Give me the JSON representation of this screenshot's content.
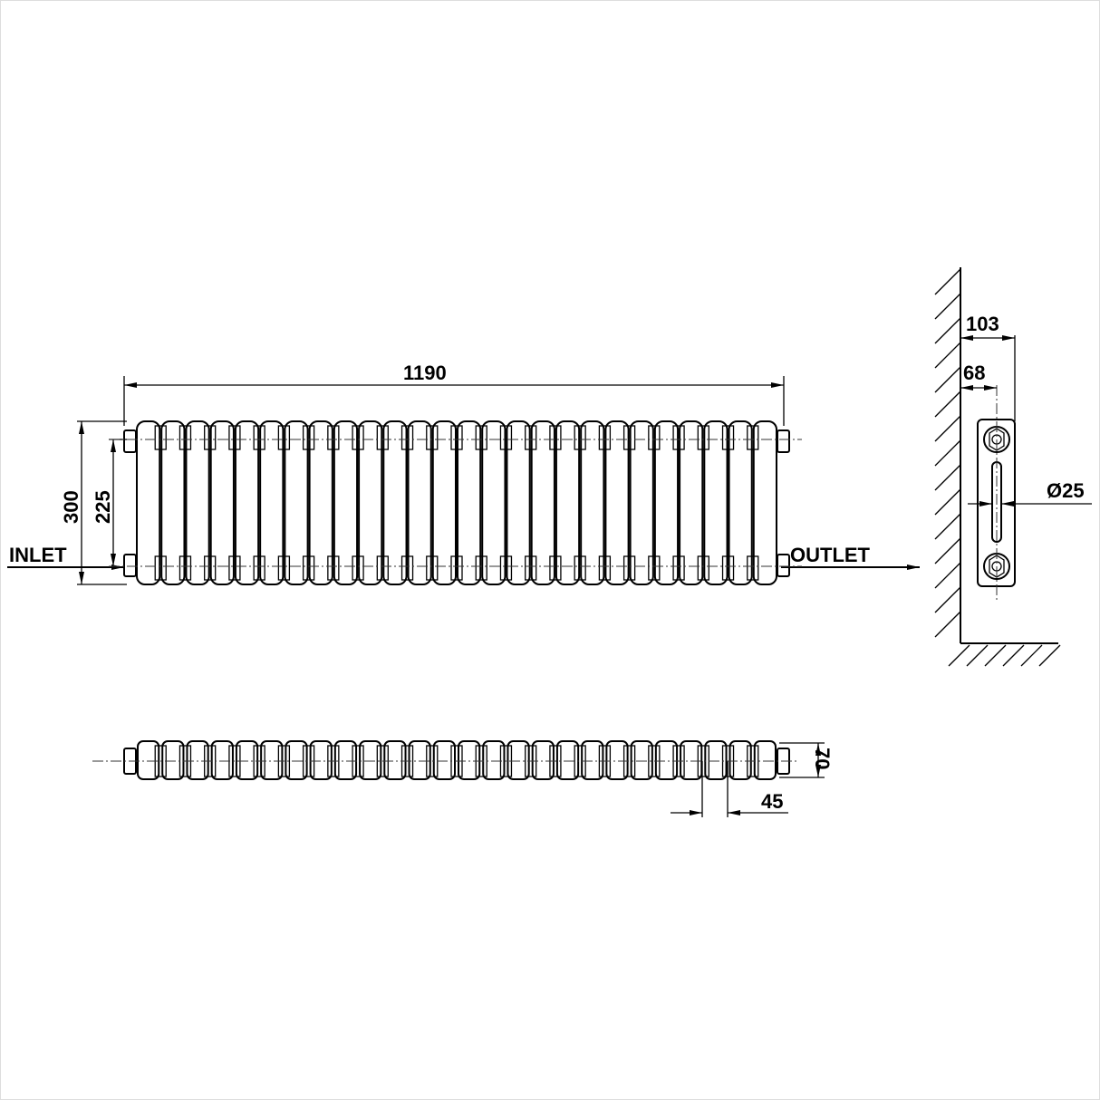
{
  "dimensions": {
    "width": "1190",
    "height": "300",
    "centers": "225",
    "depth_wall": "103",
    "pipe_wall": "68",
    "pipe_diameter": "Ø25",
    "column_depth": "70",
    "column_pitch": "45"
  },
  "labels": {
    "inlet": "INLET",
    "outlet": "OUTLET"
  },
  "columns": 26
}
